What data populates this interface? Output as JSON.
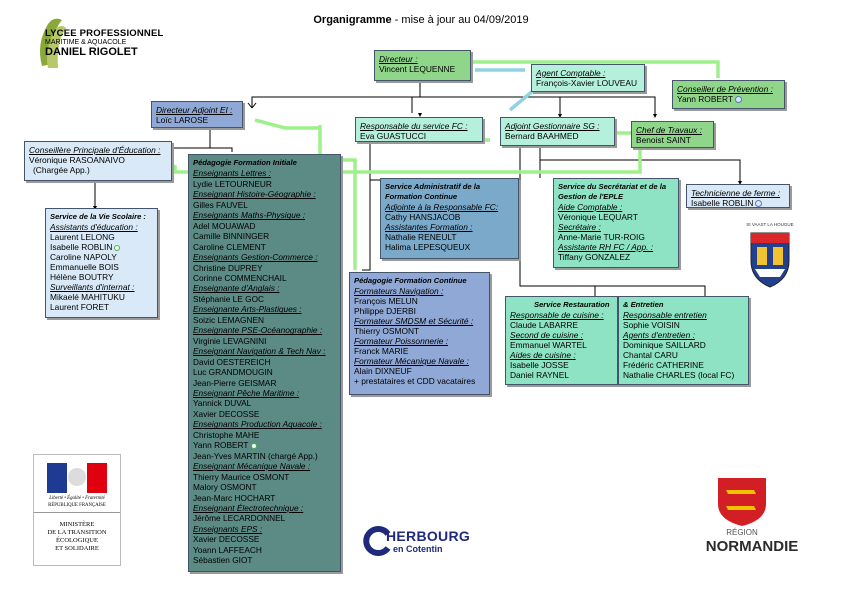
{
  "header": {
    "title_bold": "Organigramme",
    "title_rest": " - mise à jour au 04/09/2019"
  },
  "logos": {
    "lycee_line1": "LYCEE PROFESSIONNEL",
    "lycee_line2": "MARITIME & AQUACOLE",
    "lycee_line3": "DANIEL RIGOLET",
    "rf_motto": "Liberté • Égalité • Fraternité",
    "rf_name": "RÉPUBLIQUE FRANÇAISE",
    "ministry": [
      "MINISTÈRE",
      "DE LA TRANSITION",
      "ÉCOLOGIQUE",
      "ET SOLIDAIRE"
    ],
    "cherbourg_1": "HERBOURG",
    "cherbourg_2": "en Cotentin",
    "region_1": "RÉGION",
    "region_2": "NORMANDIE",
    "stvaast": "St VAAST LA HOUGUE"
  },
  "colors": {
    "green": "#8fd68a",
    "mint": "#b5f0dd",
    "light_blue": "#d9e9f7",
    "mid_blue": "#7aa9c9",
    "slate_blue": "#8fa8d6",
    "teal_dark": "#5c8a85",
    "aqua": "#8de3c4",
    "connector_green": "#9ef08a",
    "connector_cyan": "#8fd3e0",
    "connector_black": "#000000"
  },
  "boxes": {
    "directeur": {
      "role": "Directeur :",
      "name": "Vincent LEQUENNE"
    },
    "agent_comptable": {
      "role": "Agent Comptable :",
      "name": "François-Xavier LOUVEAU"
    },
    "conseiller_prevention": {
      "role": "Conseiller de Prévention :",
      "name": "Yann ROBERT"
    },
    "directeur_adjoint": {
      "role": "Directeur Adjoint EI :",
      "name": "Loïc LAROSE"
    },
    "responsable_fc": {
      "role": "Responsable du service FC :",
      "name": "Eva GUASTUCCI"
    },
    "adjoint_gestionnaire": {
      "role": "Adjoint Gestionnaire SG :",
      "name": "Bernard BAAHMED"
    },
    "chef_travaux": {
      "role": "Chef de Travaux :",
      "name": "Benoist SAINT"
    },
    "cpe": {
      "role": "Conseillère Principale d'Éducation :",
      "name": "Véronique RASOANAIVO",
      "note": "(Chargée App.)"
    },
    "technicienne": {
      "role": "Technicienne de ferme :",
      "name": "Isabelle ROBLIN"
    },
    "vie_scolaire": {
      "head": "Service de la Vie Scolaire :",
      "role1": "Assistants d'éducation :",
      "members1": [
        "Laurent LELONG",
        "Isabelle ROBLIN",
        "Caroline NAPOLY",
        "Emmanuelle BOIS",
        "Hélène BOUTRY"
      ],
      "role2": "Surveillants d'internat :",
      "members2": [
        "Mikaelé MAHITUKU",
        "Laurent FORET"
      ]
    },
    "formation_initiale": {
      "head": "Pédagogie Formation Initiale",
      "lines": [
        {
          "t": "role",
          "v": "Enseignants Lettres :"
        },
        {
          "t": "name",
          "v": "Lydie LETOURNEUR"
        },
        {
          "t": "role",
          "v": "Enseignant Histoire-Géographie :"
        },
        {
          "t": "name",
          "v": "Gilles FAUVEL"
        },
        {
          "t": "role",
          "v": "Enseignants Maths-Physique :"
        },
        {
          "t": "name",
          "v": "Adel MOUAWAD"
        },
        {
          "t": "name",
          "v": "Camille BINNINGER"
        },
        {
          "t": "name",
          "v": "Caroline CLEMENT"
        },
        {
          "t": "role",
          "v": "Enseignants Gestion-Commerce :"
        },
        {
          "t": "name",
          "v": "Christine DUPREY"
        },
        {
          "t": "name",
          "v": "Corinne COMMENCHAIL"
        },
        {
          "t": "role",
          "v": "Enseignante d'Anglais :"
        },
        {
          "t": "name",
          "v": "Stéphanie LE GOC"
        },
        {
          "t": "role",
          "v": "Enseignante Arts-Plastiques :"
        },
        {
          "t": "name",
          "v": "Soizic LEMAGNEN"
        },
        {
          "t": "role",
          "v": "Enseignante PSE-Océanographie :"
        },
        {
          "t": "name",
          "v": "Virginie LEVAGNINI"
        },
        {
          "t": "role",
          "v": "Enseignant Navigation & Tech Nav :"
        },
        {
          "t": "name",
          "v": "David OESTEREICH"
        },
        {
          "t": "name",
          "v": "Luc GRANDMOUGIN"
        },
        {
          "t": "name",
          "v": "Jean-Pierre GEISMAR"
        },
        {
          "t": "role",
          "v": "Enseignant Pêche Maritime :"
        },
        {
          "t": "name",
          "v": "Yannick DUVAL"
        },
        {
          "t": "name",
          "v": "Xavier DECOSSE"
        },
        {
          "t": "role",
          "v": "Enseignants Production Aquacole :"
        },
        {
          "t": "name",
          "v": "Christophe MAHE"
        },
        {
          "t": "name",
          "v": "Yann ROBERT"
        },
        {
          "t": "name",
          "v": "Jean-Yves MARTIN (chargé App.)"
        },
        {
          "t": "role",
          "v": "Enseignant Mécanique Navale :"
        },
        {
          "t": "name",
          "v": "Thierry Maurice OSMONT"
        },
        {
          "t": "name",
          "v": "Malory OSMONT"
        },
        {
          "t": "name",
          "v": "Jean-Marc HOCHART"
        },
        {
          "t": "role",
          "v": "Enseignant Électrotechnique :"
        },
        {
          "t": "name",
          "v": "Jérôme LECARDONNEL"
        },
        {
          "t": "role",
          "v": "Enseignants EPS :"
        },
        {
          "t": "name",
          "v": "Xavier DECOSSE"
        },
        {
          "t": "name",
          "v": "Yoann LAFFEACH"
        },
        {
          "t": "name",
          "v": "Sébastien GIOT"
        }
      ]
    },
    "service_admin_fc": {
      "head1": "Service Administratif de la",
      "head2": "Formation Continue",
      "role1": "Adjointe à la Responsable FC:",
      "name1": "Cathy HANSJACOB",
      "role2": "Assistantes Formation :",
      "members2": [
        "Nathalie RENEULT",
        "Halima LEPESQUEUX"
      ]
    },
    "formation_continue": {
      "head": "Pédagogie Formation Continue",
      "lines": [
        {
          "t": "role",
          "v": "Formateurs Navigation :"
        },
        {
          "t": "name",
          "v": "François MELUN"
        },
        {
          "t": "name",
          "v": "Philippe DJERBI"
        },
        {
          "t": "role",
          "v": "Formateur SMDSM et Sécurité :"
        },
        {
          "t": "name",
          "v": "Thierry OSMONT"
        },
        {
          "t": "role",
          "v": "Formateur Poissonnerie :"
        },
        {
          "t": "name",
          "v": "Franck MARIE"
        },
        {
          "t": "role",
          "v": "Formateur Mécanique Navale :"
        },
        {
          "t": "name",
          "v": "Alain DIXNEUF"
        },
        {
          "t": "name",
          "v": "+ prestataires et CDD vacataires"
        }
      ]
    },
    "secretariat": {
      "head1": "Service du Secrétariat et de la",
      "head2": "Gestion de l'EPLE",
      "lines": [
        {
          "t": "role",
          "v": "Aide Comptable :"
        },
        {
          "t": "name",
          "v": "Véronique LEQUART"
        },
        {
          "t": "role",
          "v": "Secrétaire :"
        },
        {
          "t": "name",
          "v": "Anne-Marie TUR-ROIG"
        },
        {
          "t": "role",
          "v": "Assistante RH FC / App. :"
        },
        {
          "t": "name",
          "v": "Tiffany GONZALEZ"
        }
      ]
    },
    "restauration": {
      "head": "Service Restauration",
      "lines": [
        {
          "t": "role",
          "v": "Responsable de cuisine :"
        },
        {
          "t": "name",
          "v": "Claude LABARRE"
        },
        {
          "t": "role",
          "v": "Second de cuisine :"
        },
        {
          "t": "name",
          "v": "Emmanuel WARTEL"
        },
        {
          "t": "role",
          "v": "Aides de cuisine :"
        },
        {
          "t": "name",
          "v": "Isabelle JOSSE"
        },
        {
          "t": "name",
          "v": "Daniel RAYNEL"
        }
      ]
    },
    "entretien": {
      "head": "& Entretien",
      "lines": [
        {
          "t": "role",
          "v": "Responsable entretien"
        },
        {
          "t": "name",
          "v": "Sophie VOISIN"
        },
        {
          "t": "role",
          "v": "Agents d'entretien :"
        },
        {
          "t": "name",
          "v": "Dominique SAILLARD"
        },
        {
          "t": "name",
          "v": "Chantal CARU"
        },
        {
          "t": "name",
          "v": "Frédéric CATHERINE"
        },
        {
          "t": "name",
          "v": "Nathalie CHARLES (local FC)"
        }
      ]
    }
  }
}
